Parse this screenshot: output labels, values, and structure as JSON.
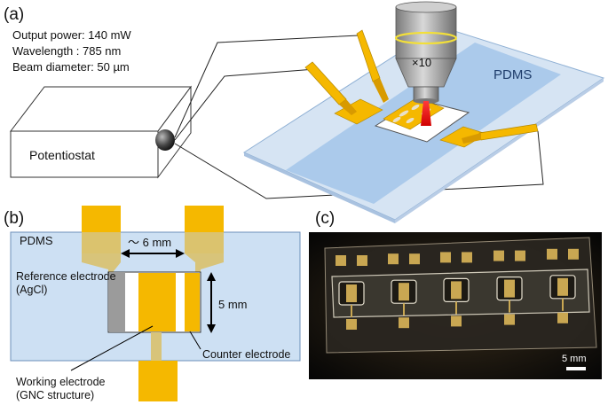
{
  "panel_a": {
    "label": "(a)",
    "specs": [
      "Output power: 140 mW",
      "Wavelength : 785 nm",
      "Beam diameter: 50 µm"
    ],
    "potentiostat_label": "Potentiostat",
    "objective_label": "×10",
    "pdms_label": "PDMS"
  },
  "panel_b": {
    "label": "(b)",
    "pdms_label": "PDMS",
    "width_dim": "〜 6 mm",
    "height_dim": "5 mm",
    "reference_electrode": [
      "Reference electrode",
      "(AgCl)"
    ],
    "counter_electrode": "Counter electrode",
    "working_electrode": [
      "Working electrode",
      "(GNC structure)"
    ]
  },
  "panel_c": {
    "label": "(c)",
    "scale_bar": "5 mm"
  },
  "colors": {
    "electrode_gold": "#f5b800",
    "pdms_blue": "#b9d4ee",
    "glass": "#d6e4f3",
    "photo_bg": "#0c0c0c"
  }
}
